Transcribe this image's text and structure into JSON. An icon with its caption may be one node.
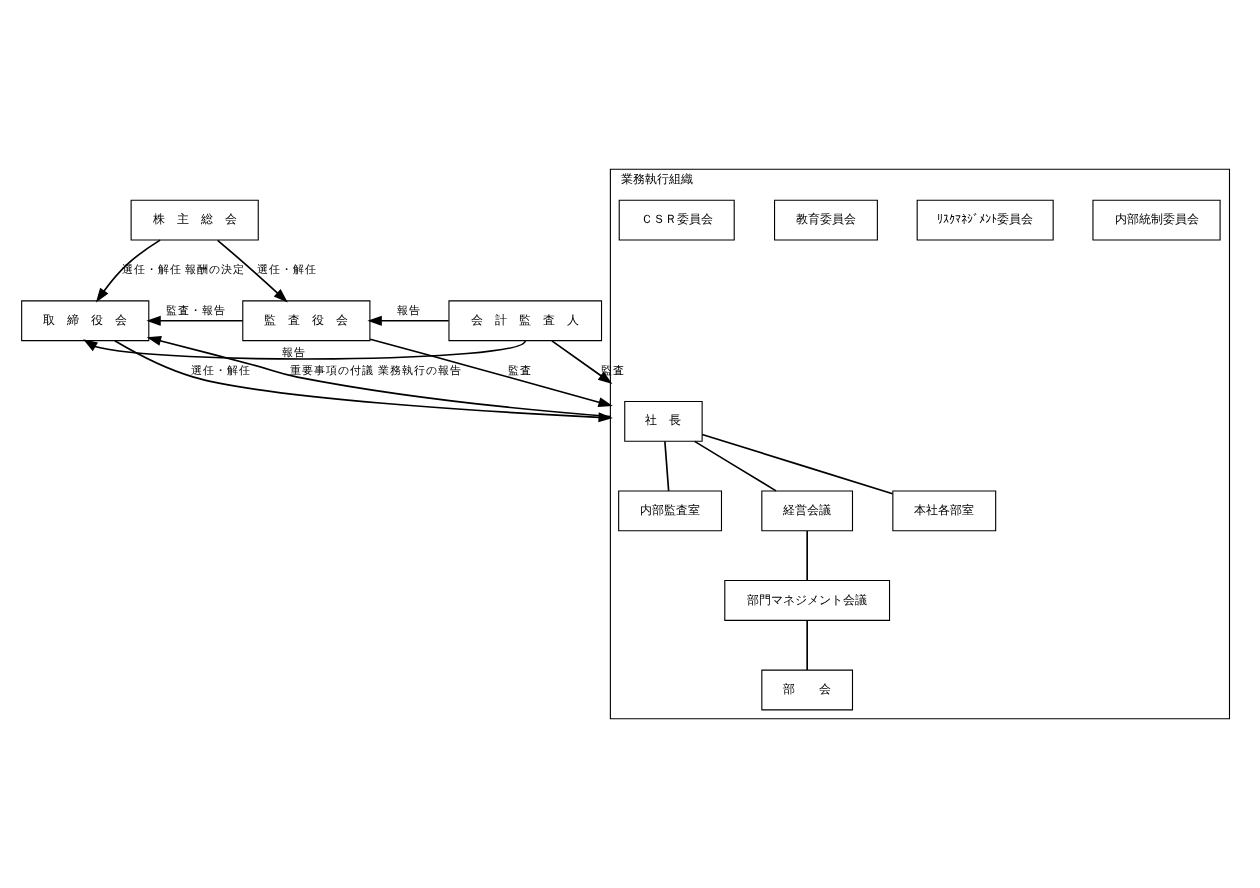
{
  "diagram": {
    "nodes": [
      {
        "text": [
          "株　主　総　会"
        ]
      },
      {
        "text": [
          "取　締　役　会"
        ]
      },
      {
        "text": [
          "監　査　役　会"
        ]
      },
      {
        "text": [
          "会　計　監　査　人"
        ]
      },
      {
        "text": [
          "業務執行組織"
        ]
      },
      {
        "text": [
          "社　長"
        ],
        "in": 4
      },
      {
        "text": [
          "内部監査室"
        ],
        "in": 4
      },
      {
        "text": [
          "経営会議"
        ],
        "in": 4
      },
      {
        "text": [
          "部門マネジメント会議"
        ],
        "in": 4
      },
      {
        "text": [
          "部　　会"
        ],
        "in": 4
      },
      {
        "text": [
          "本社各部室"
        ],
        "in": 4
      },
      {
        "text": [
          "内部統制委員会"
        ],
        "in": 4
      },
      {
        "text": [
          "ﾘｽｸﾏﾈｼﾞﾒﾝﾄ委員会"
        ],
        "in": 4
      },
      {
        "text": [
          "教育委員会"
        ],
        "in": 4
      },
      {
        "text": [
          "ＣＳＲ委員会"
        ],
        "in": 4
      }
    ],
    "edges": [
      {
        "from": 0,
        "to": 1,
        "arrow": "to",
        "label": "選任・解任 報酬の決定"
      },
      {
        "from": 0,
        "to": 2,
        "arrow": "to",
        "label": "選任・解任"
      },
      {
        "from": 2,
        "to": 1,
        "arrow": "to",
        "label": "監査・報告"
      },
      {
        "from": 3,
        "to": 2,
        "arrow": "to",
        "label": "報告"
      },
      {
        "from": 3,
        "to": 1,
        "arrow": "to",
        "label": "報告"
      },
      {
        "from": 1,
        "to": 4,
        "arrow": "to",
        "label": "選任・解任"
      },
      {
        "from": 4,
        "to": 1,
        "arrow": "to",
        "label": "重要事項の付議 業務執行の報告"
      },
      {
        "from": 2,
        "to": 4,
        "arrow": "to",
        "label": "監査"
      },
      {
        "from": 3,
        "to": 4,
        "arrow": "to",
        "label": "監査"
      },
      {
        "from": 5,
        "to": 6,
        "arrow": "none"
      },
      {
        "from": 5,
        "to": 7,
        "arrow": "none"
      },
      {
        "from": 5,
        "to": 10,
        "arrow": "none"
      },
      {
        "from": 7,
        "to": 8,
        "arrow": "none"
      },
      {
        "from": 8,
        "to": 9,
        "arrow": "none"
      }
    ]
  }
}
